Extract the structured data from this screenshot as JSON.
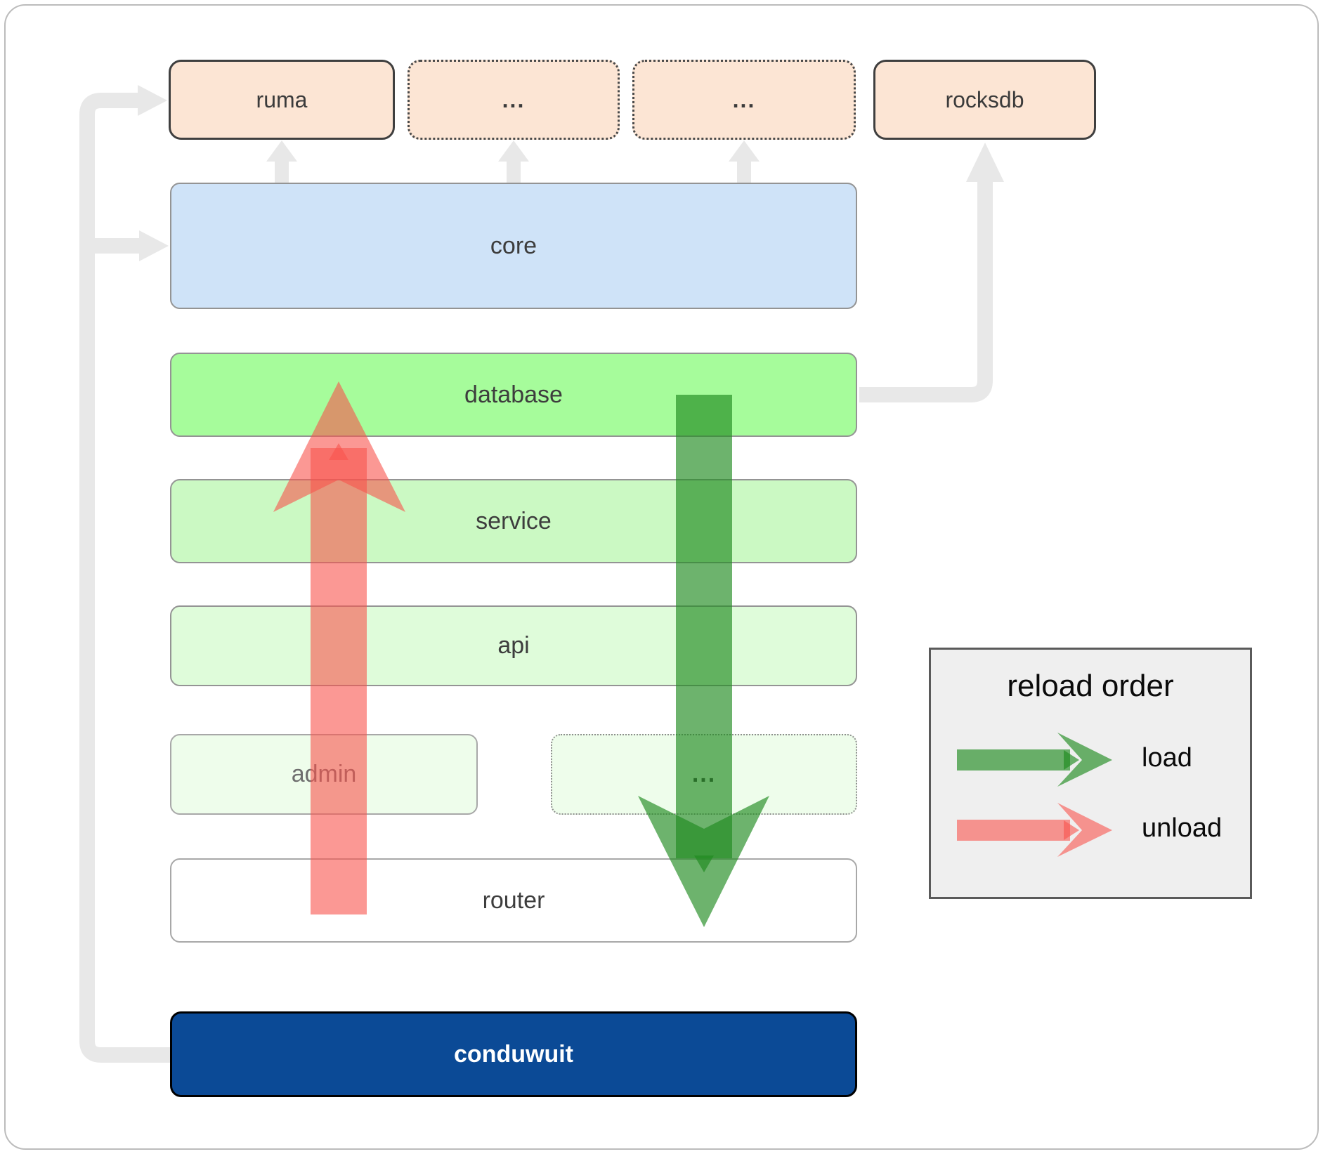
{
  "boxes": {
    "ruma": "ruma",
    "dots_a": "...",
    "dots_b": "...",
    "rocksdb": "rocksdb",
    "core": "core",
    "database": "database",
    "service": "service",
    "api": "api",
    "admin": "admin",
    "dots_c": "...",
    "router": "router",
    "conduwuit": "conduwuit"
  },
  "legend": {
    "title": "reload order",
    "load": "load",
    "unload": "unload"
  },
  "colors": {
    "load_green": "#1e8b1e",
    "unload_red": "#f8534d",
    "connector_gray": "#e8e8e8",
    "peach": "#fce5d4",
    "core_blue": "#cfe3f8",
    "database_green": "#a6fc9b",
    "service_green": "#cbf9c3",
    "api_green": "#dffcda",
    "faint_green": "#eefdeb",
    "conduwuit_navy": "#0b4a96",
    "legend_bg": "#efefef"
  }
}
